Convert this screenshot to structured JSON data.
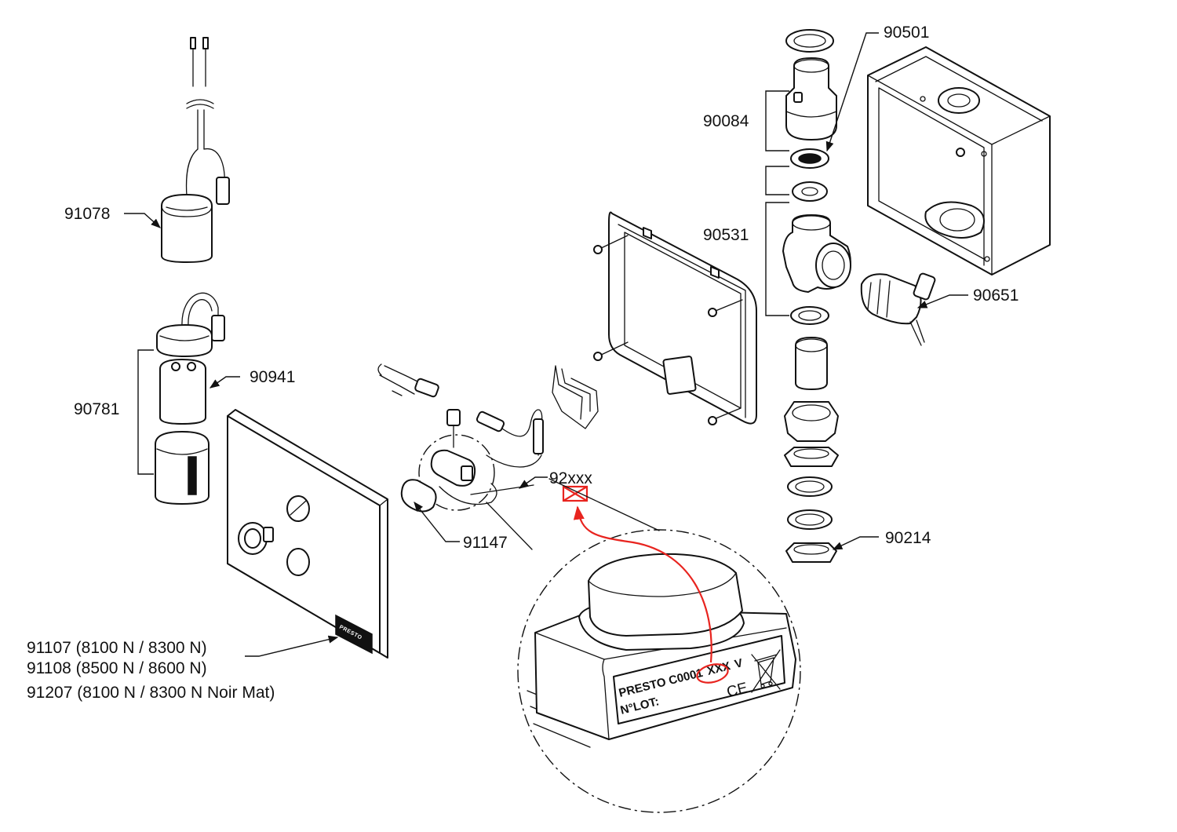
{
  "colors": {
    "line": "#111111",
    "highlight": "#e8241f",
    "background": "#ffffff"
  },
  "labels": {
    "p90501": "90501",
    "p90084": "90084",
    "p90531": "90531",
    "p90651": "90651",
    "p90214": "90214",
    "p91078": "91078",
    "p90941": "90941",
    "p90781": "90781",
    "p92xxx": "92xxx",
    "p91147": "91147",
    "p91107": "91107 (8100 N / 8300 N)",
    "p91108": "91108 (8500 N / 8600 N)",
    "p91207": "91207 (8100 N / 8300 N Noir Mat)"
  },
  "detail": {
    "label_line1_prefix": "PRESTO C0001",
    "label_code": "XXX",
    "label_suffix": "V",
    "lot": "N°LOT:",
    "ce_mark": "CE",
    "brand": "PRESTO"
  },
  "icons": [
    "weee-bin-icon",
    "ce-mark-icon",
    "red-box-marker-icon"
  ]
}
